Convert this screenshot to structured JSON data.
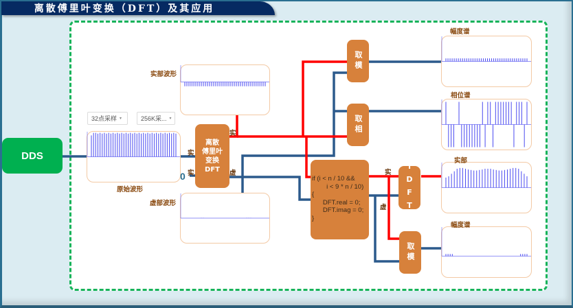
{
  "title": "离散傅里叶变换（DFT）及其应用",
  "colors": {
    "background": "#dbecf2",
    "title_bar": "#062a62",
    "panel_border": "#17b35a",
    "dds": "#00b050",
    "block": "#d7813b",
    "real_wire": "#ff0000",
    "imag_wire": "#2c5a8c",
    "chart_border": "#f3c9a4",
    "trace": "#4a4af0"
  },
  "source": {
    "label": "DDS"
  },
  "controls": {
    "sample_points": {
      "value": "32点采样",
      "caret": "▾"
    },
    "sample_rate": {
      "value": "256K采...",
      "caret": "▾"
    }
  },
  "zero_input": "0",
  "blocks": {
    "dft": {
      "lines": [
        "离散",
        "傅里叶",
        "变换",
        "DFT"
      ]
    },
    "magnitude_top": {
      "label": "取模"
    },
    "phase": {
      "label": "取相"
    },
    "filter": {
      "code": "if (i < n / 10 &&\n        i < 9 * n / 10)\n{\n      DFT.real = 0;\n      DFT.imag = 0;\n}"
    },
    "idft": {
      "label": "IDFT"
    },
    "magnitude_bottom": {
      "label": "取模"
    }
  },
  "ports": {
    "dft_in_real": "实",
    "dft_in_imag": "实",
    "dft_out_real": "实",
    "dft_out_imag": "虚",
    "idft_in_real": "实",
    "idft_in_imag": "虚"
  },
  "charts": {
    "original": {
      "label": "原始波形",
      "type": "stem",
      "baseline": 0.5,
      "values": [
        0.85,
        0.95,
        0.95,
        0.92,
        0.95,
        0.92,
        0.95,
        0.92,
        0.95,
        0.92,
        0.95,
        0.92,
        0.95,
        0.92,
        0.95,
        0.92,
        0.95,
        0.92,
        0.95,
        0.92,
        0.95,
        0.92,
        0.95,
        0.92,
        0.95,
        0.92,
        0.95,
        0.92,
        0.95,
        0.92,
        0.95,
        0.92,
        0.95,
        0.92,
        0.95,
        0.92,
        0.95,
        0.92,
        0.95,
        0.92
      ]
    },
    "real_wave": {
      "label": "实部波形",
      "type": "stem",
      "baseline": 0.34,
      "values": [
        -0.25,
        -0.25,
        -0.25,
        -0.25,
        -0.25,
        -0.25,
        -0.25,
        -0.25,
        -0.25,
        -0.25,
        -0.25,
        -0.25,
        -0.25,
        -0.25,
        -0.25,
        -0.25,
        -0.25,
        -0.25,
        -0.25,
        -0.25,
        -0.25,
        -0.25,
        -0.25,
        -0.25,
        -0.25,
        -0.25,
        -0.25,
        -0.25,
        -0.25,
        -0.25,
        -0.25,
        -0.25,
        -0.25,
        -0.25,
        -0.25,
        -0.25,
        -0.25,
        -0.25,
        -0.25,
        -0.25
      ]
    },
    "imag_wave": {
      "label": "虚部波形",
      "type": "stem",
      "baseline": 0.5,
      "values": [
        0,
        0,
        0,
        0,
        0,
        0,
        0,
        0,
        0.01,
        0.01,
        0,
        0,
        0,
        0,
        0,
        0,
        0,
        0,
        0,
        0,
        0,
        0,
        0,
        0,
        0,
        0,
        0,
        0,
        0,
        0,
        0.01,
        0.01,
        0.01,
        0,
        0,
        0,
        0,
        0,
        0,
        0
      ]
    },
    "magnitude_spectrum": {
      "label": "幅度谱",
      "type": "stem",
      "baseline": 0.5,
      "values": [
        0.12,
        0.12,
        0.12,
        0.12,
        0.12,
        0.12,
        0.12,
        0.12,
        0.12,
        0.12,
        0.12,
        0.12,
        0.12,
        0.12,
        0.12,
        0.12,
        0.12,
        0.12,
        0.12,
        0.12,
        0.12,
        0.12,
        0.12,
        0.12,
        0.12,
        0.12,
        0.12,
        0.12,
        0.12,
        0.12,
        0.12,
        0.12,
        0.12,
        0.12,
        0.12,
        0.12,
        0.12,
        0.12,
        0.12,
        0.12
      ]
    },
    "phase_spectrum": {
      "label": "相位谱",
      "type": "stem",
      "baseline": 0.5,
      "values": [
        0.9,
        -0.9,
        -0.9,
        -0.9,
        0,
        0.9,
        -0.9,
        -0.9,
        -0.9,
        -0.9,
        -0.9,
        -0.9,
        -0.9,
        -0.9,
        0.9,
        -0.9,
        0.9,
        0.9,
        -0.9,
        0.9,
        0.9,
        0.9,
        0.9,
        0.9,
        0.9,
        0.9,
        -0.9,
        0.9,
        0.9,
        0.9,
        -0.9,
        0.9
      ]
    },
    "idft_real": {
      "label": "实部",
      "type": "stem",
      "baseline": 0.5,
      "values": [
        0.4,
        0.45,
        0.55,
        0.65,
        0.75,
        0.78,
        0.78,
        0.75,
        0.72,
        0.7,
        0.68,
        0.68,
        0.7,
        0.72,
        0.75,
        0.75,
        0.75,
        0.72,
        0.7,
        0.68,
        0.68,
        0.7,
        0.72,
        0.75,
        0.78,
        0.78,
        0.75,
        0.65,
        0.55,
        0.45
      ]
    },
    "filtered_magnitude": {
      "label": "幅度谱",
      "type": "stem",
      "baseline": 0.58,
      "values": [
        0.1,
        0.1,
        0.1,
        0.1,
        0,
        0,
        0,
        0,
        0,
        0,
        0,
        0,
        0,
        0,
        0,
        0,
        0,
        0,
        0,
        0,
        0,
        0,
        0,
        0,
        0,
        0,
        0,
        0,
        0,
        0,
        0,
        0,
        0,
        0,
        0,
        0.1,
        0.1,
        0.1,
        0.1
      ]
    }
  }
}
